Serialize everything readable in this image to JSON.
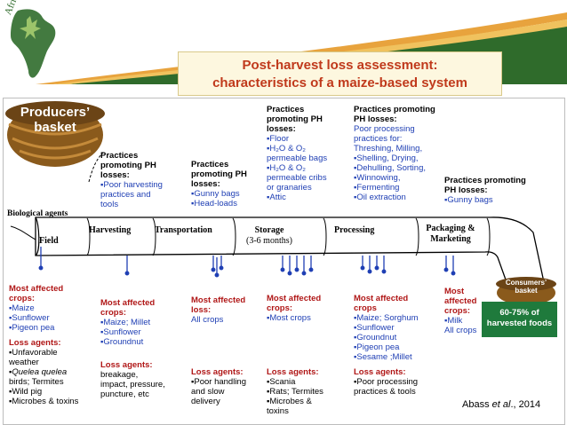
{
  "header": {
    "logo_text": "Africa RISING",
    "title_line1": "Post-harvest loss assessment:",
    "title_line2": "characteristics of a maize-based system",
    "colors": {
      "green": "#2f6b2b",
      "orange": "#e8a33d",
      "title_red": "#c0391b"
    }
  },
  "baskets": {
    "producers_line1": "Producers’",
    "producers_line2": "basket",
    "consumers_line1": "Consumers’",
    "consumers_line2": "basket",
    "consumers_share": "60-75% of harvested foods"
  },
  "stages": {
    "bio_agents": "Biological agents",
    "field": "Field",
    "harvesting": "Harvesting",
    "transportation": "Transportation",
    "storage": "Storage",
    "storage_sub": "(3-6 months)",
    "processing": "Processing",
    "packaging": "Packaging &",
    "marketing": "Marketing"
  },
  "practices": {
    "harvest_head": [
      "Practices",
      "promoting PH",
      "losses:"
    ],
    "harvest_items": [
      "▪Poor harvesting",
      "practices and",
      "tools"
    ],
    "transport_head": [
      "Practices",
      "promoting PH",
      "losses:"
    ],
    "transport_items": [
      "▪Gunny bags",
      "▪Head-loads"
    ],
    "storage_head": [
      "Practices",
      "promoting PH",
      "losses:"
    ],
    "storage_items": [
      "▪Floor",
      "▪H₂O & O₂",
      "permeable bags",
      "▪H₂O & O₂",
      "permeable cribs",
      "or granaries",
      "▪Attic"
    ],
    "processing_head": [
      "Practices promoting",
      "PH losses:"
    ],
    "processing_items": [
      "Poor processing",
      "practices  for:",
      "Threshing, Milling,",
      "▪Shelling, Drying,",
      "▪Dehulling, Sorting,",
      "▪Winnowing,",
      "▪Fermenting",
      "▪Oil extraction"
    ],
    "packaging_head": [
      "Practices promoting",
      "PH losses:"
    ],
    "packaging_items": [
      "▪Gunny bags"
    ]
  },
  "crops": {
    "field_head": [
      "Most affected",
      "crops:"
    ],
    "field_items": [
      "▪Maize",
      "▪Sunflower",
      "▪Pigeon pea"
    ],
    "harvest_head": [
      "Most affected",
      "crops:"
    ],
    "harvest_items": [
      "▪Maize; Millet",
      "▪Sunflower",
      "▪Groundnut"
    ],
    "transport_head": [
      "Most affected",
      "loss:"
    ],
    "transport_items": [
      "All crops"
    ],
    "storage_head": [
      "Most affected",
      "crops:"
    ],
    "storage_items": [
      "▪Most crops"
    ],
    "processing_head": [
      "Most affected",
      "crops"
    ],
    "processing_items": [
      "▪Maize; Sorghum",
      "▪Sunflower",
      "▪Groundnut",
      "▪Pigeon pea",
      "▪Sesame ;Millet"
    ],
    "packaging_head": [
      "Most",
      "affected",
      "crops:"
    ],
    "packaging_items": [
      "▪Milk",
      "All crops"
    ]
  },
  "agents": {
    "field_head": "Loss agents:",
    "field_items": [
      "▪Unfavorable",
      "weather",
      "▪Quelea quelea",
      "birds; Termites",
      "▪Wild pig",
      "▪Microbes & toxins"
    ],
    "harvest_head": "Loss agents:",
    "harvest_items": [
      "breakage,",
      "impact, pressure,",
      "puncture, etc"
    ],
    "transport_head": "Loss agents:",
    "transport_items": [
      "▪Poor handling",
      "and slow",
      "delivery"
    ],
    "storage_head": "Loss agents:",
    "storage_items": [
      "▪Scania",
      "▪Rats; Termites",
      "▪Microbes &",
      "toxins"
    ],
    "processing_head": "Loss agents:",
    "processing_items": [
      "▪Poor processing",
      "practices & tools"
    ]
  },
  "citation": {
    "authors": "Abass ",
    "etal": "et al",
    "year": "., 2014"
  }
}
